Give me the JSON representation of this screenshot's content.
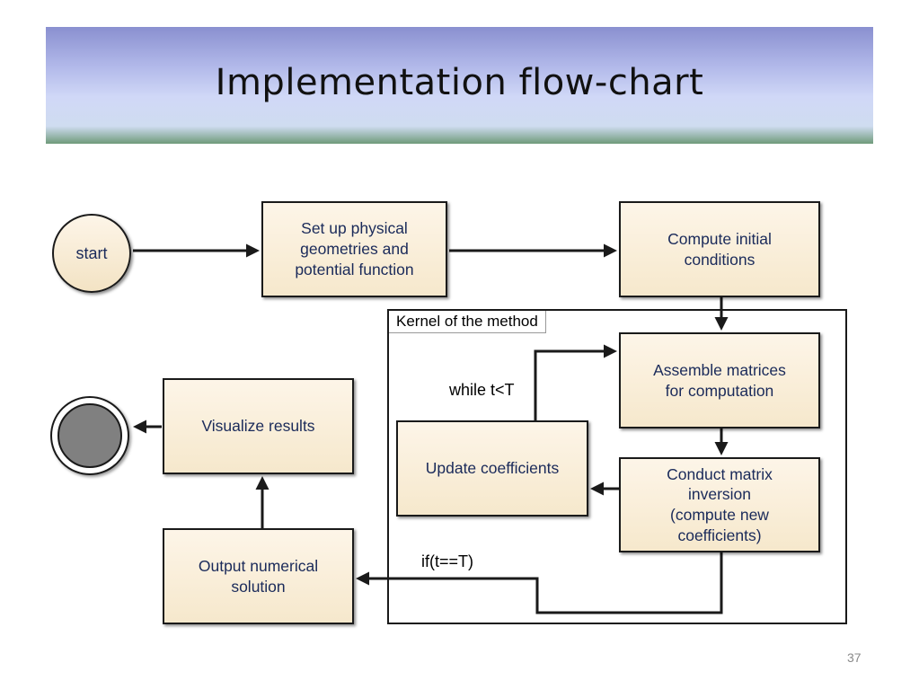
{
  "title": "Implementation flow-chart",
  "page_number": "37",
  "nodes": {
    "start": "start",
    "setup": "Set up physical\ngeometries  and\npotential function",
    "initial": "Compute  initial\nconditions",
    "assemble": "Assemble matrices\nfor computation",
    "inversion": "Conduct matrix\ninversion\n(compute new\ncoefficients)",
    "update": "Update coefficients",
    "output": "Output numerical\nsolution",
    "visualize": "Visualize results"
  },
  "kernel_label": "Kernel of the method",
  "edge_labels": {
    "loop": "while t<T",
    "exit": "if(t==T)"
  }
}
